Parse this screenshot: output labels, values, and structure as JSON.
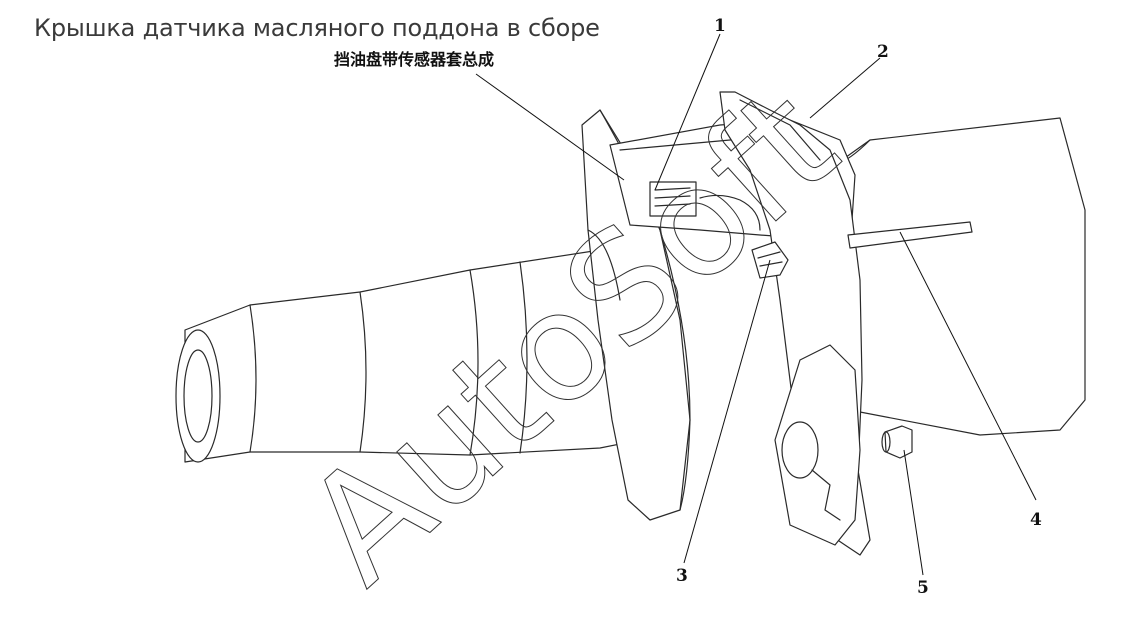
{
  "caption": {
    "russian": "Крышка датчика масляного поддона в сборе",
    "chinese": "挡油盘带传感器套总成"
  },
  "callouts": [
    "1",
    "2",
    "3",
    "4",
    "5"
  ],
  "watermark": {
    "text": "AutoSoft",
    "color": "#ffffff",
    "outline_color": "#333333"
  },
  "colors": {
    "line": "#2a2a2a",
    "background": "#ffffff"
  }
}
